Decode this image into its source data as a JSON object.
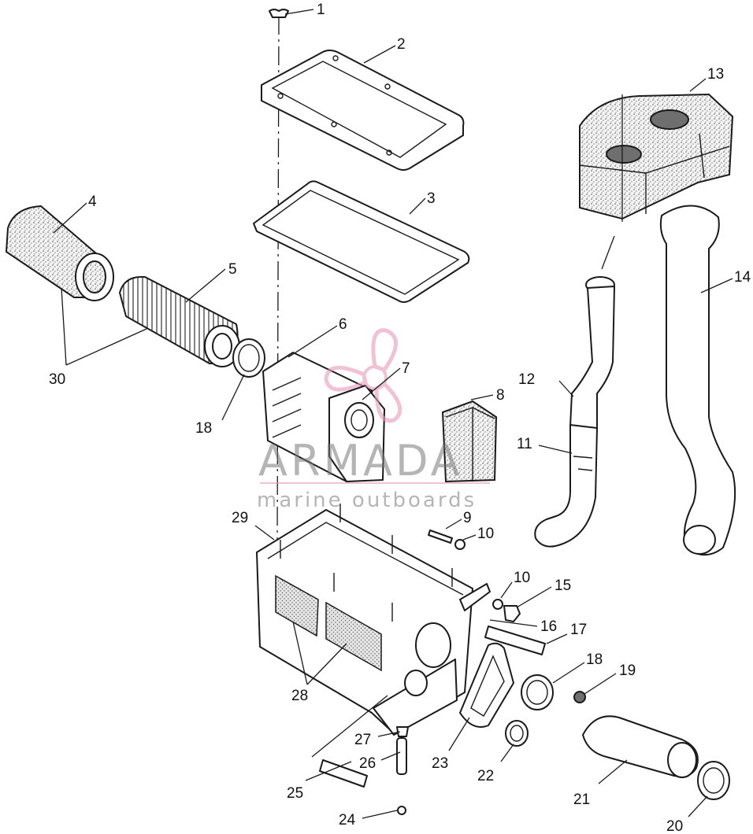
{
  "watermark": {
    "brand": "ARMADA",
    "tagline": "marine outboards",
    "logo_icon": "propeller-logo-icon",
    "logo_color": "#e79ab8"
  },
  "callouts": {
    "c1": "1",
    "c2": "2",
    "c3": "3",
    "c4": "4",
    "c5": "5",
    "c6": "6",
    "c7": "7",
    "c8": "8",
    "c9": "9",
    "c10a": "10",
    "c10b": "10",
    "c11": "11",
    "c12": "12",
    "c13": "13",
    "c14": "14",
    "c15": "15",
    "c16": "16",
    "c17": "17",
    "c18a": "18",
    "c18b": "18",
    "c19": "19",
    "c20": "20",
    "c21": "21",
    "c22": "22",
    "c23": "23",
    "c24": "24",
    "c25": "25",
    "c26": "26",
    "c27": "27",
    "c28": "28",
    "c29": "29",
    "c30": "30"
  }
}
